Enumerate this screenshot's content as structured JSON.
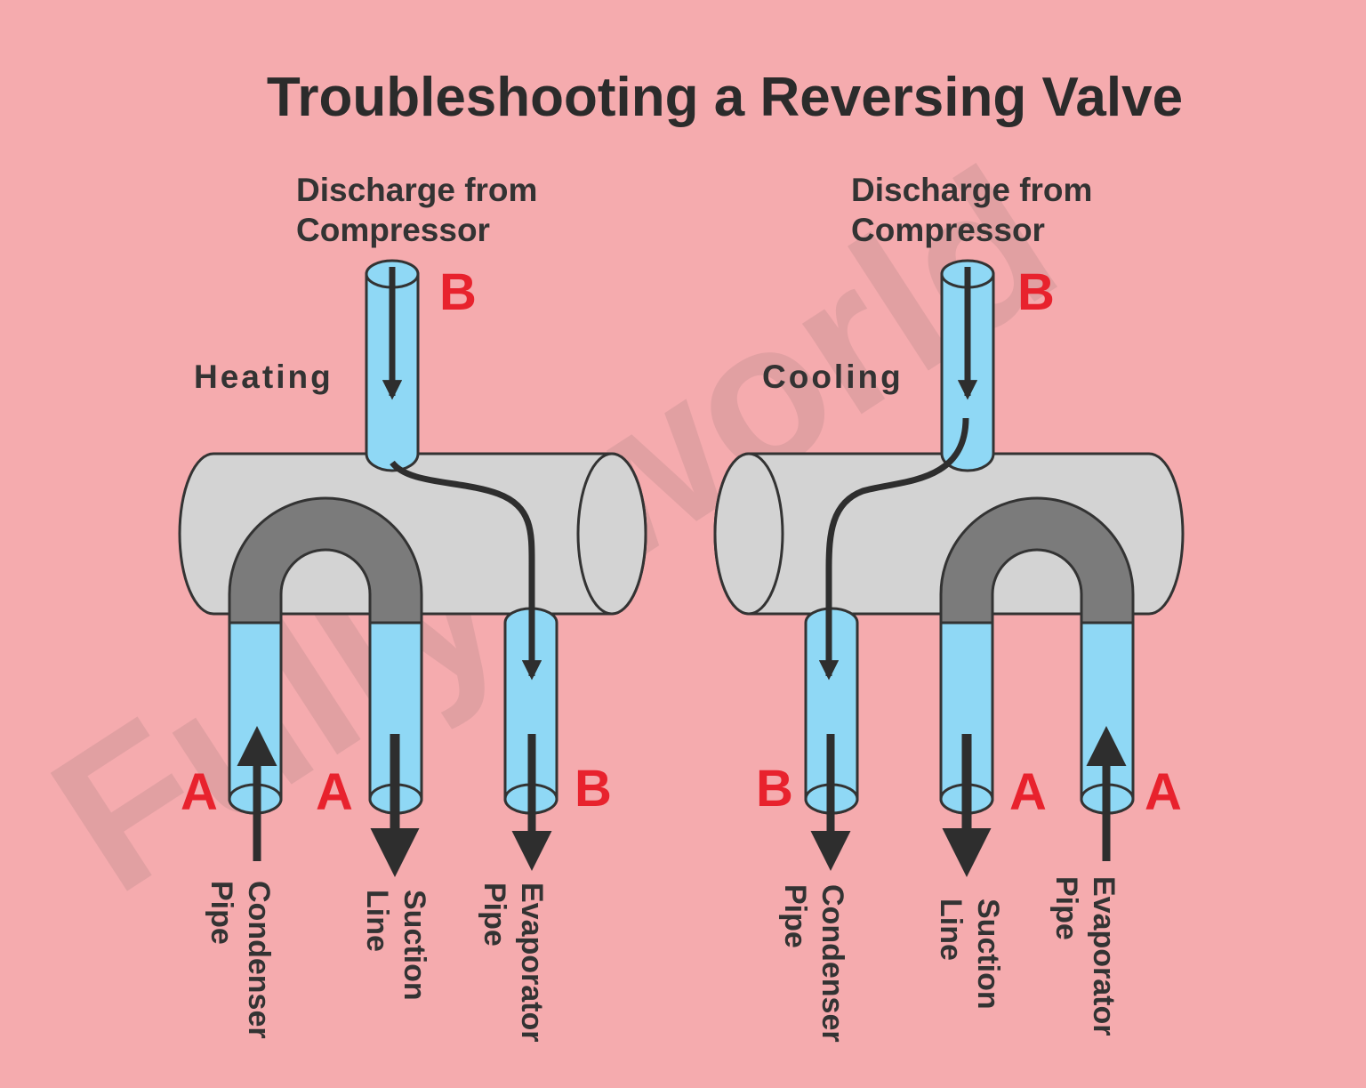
{
  "title": "Troubleshooting a Reversing Valve",
  "watermark": "Fully4world",
  "colors": {
    "background": "#f5abae",
    "pipe_fill": "#8fd8f5",
    "valve_body": "#d3d3d3",
    "u_bend": "#7b7b7b",
    "port_label": "#e8222d",
    "arrow": "#2e2e2e"
  },
  "left": {
    "heading_line1": "Discharge from",
    "heading_line2": "Compressor",
    "mode": "Heating",
    "top_port": "B",
    "ports": [
      "A",
      "A",
      "B"
    ],
    "pipes": [
      {
        "line1": "Condenser",
        "line2": "Pipe"
      },
      {
        "line1": "Suction",
        "line2": "Line"
      },
      {
        "line1": "Evaporator",
        "line2": "Pipe"
      }
    ]
  },
  "right": {
    "heading_line1": "Discharge from",
    "heading_line2": "Compressor",
    "mode": "Cooling",
    "top_port": "B",
    "ports": [
      "B",
      "A",
      "A"
    ],
    "pipes": [
      {
        "line1": "Condenser",
        "line2": "Pipe"
      },
      {
        "line1": "Suction",
        "line2": "Line"
      },
      {
        "line1": "Evaporator",
        "line2": "Pipe"
      }
    ]
  }
}
